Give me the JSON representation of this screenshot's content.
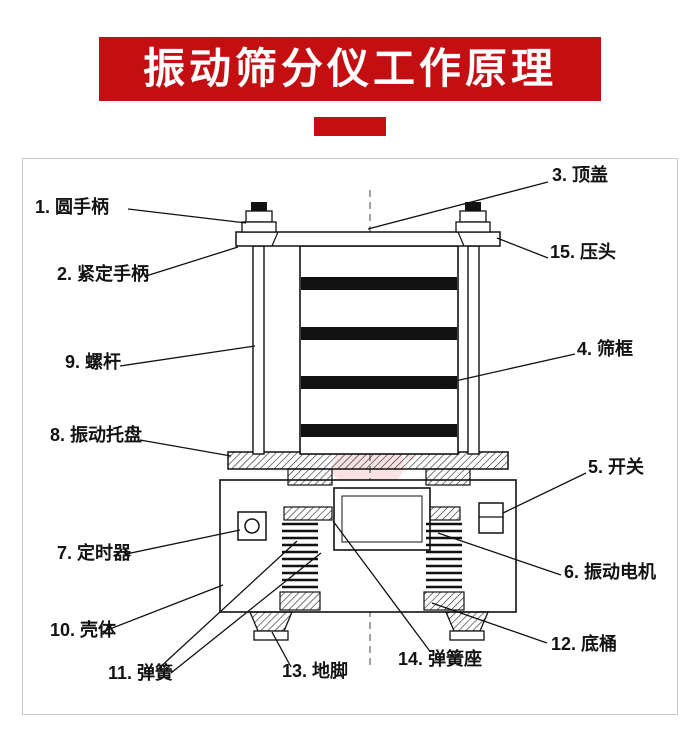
{
  "header": {
    "title": "振动筛分仪工作原理"
  },
  "diagram": {
    "labels": [
      {
        "text": "1. 圆手柄"
      },
      {
        "text": "2. 紧定手柄"
      },
      {
        "text": "3. 顶盖"
      },
      {
        "text": "4. 筛框"
      },
      {
        "text": "5. 开关"
      },
      {
        "text": "6. 振动电机"
      },
      {
        "text": "7. 定时器"
      },
      {
        "text": "8. 振动托盘"
      },
      {
        "text": "9. 螺杆"
      },
      {
        "text": "10. 壳体"
      },
      {
        "text": "11. 弹簧"
      },
      {
        "text": "12. 底桶"
      },
      {
        "text": "13. 地脚"
      },
      {
        "text": "14. 弹簧座"
      },
      {
        "text": "15. 压头"
      }
    ],
    "colors": {
      "accent_red": "#c30f12",
      "line": "#111111"
    }
  }
}
